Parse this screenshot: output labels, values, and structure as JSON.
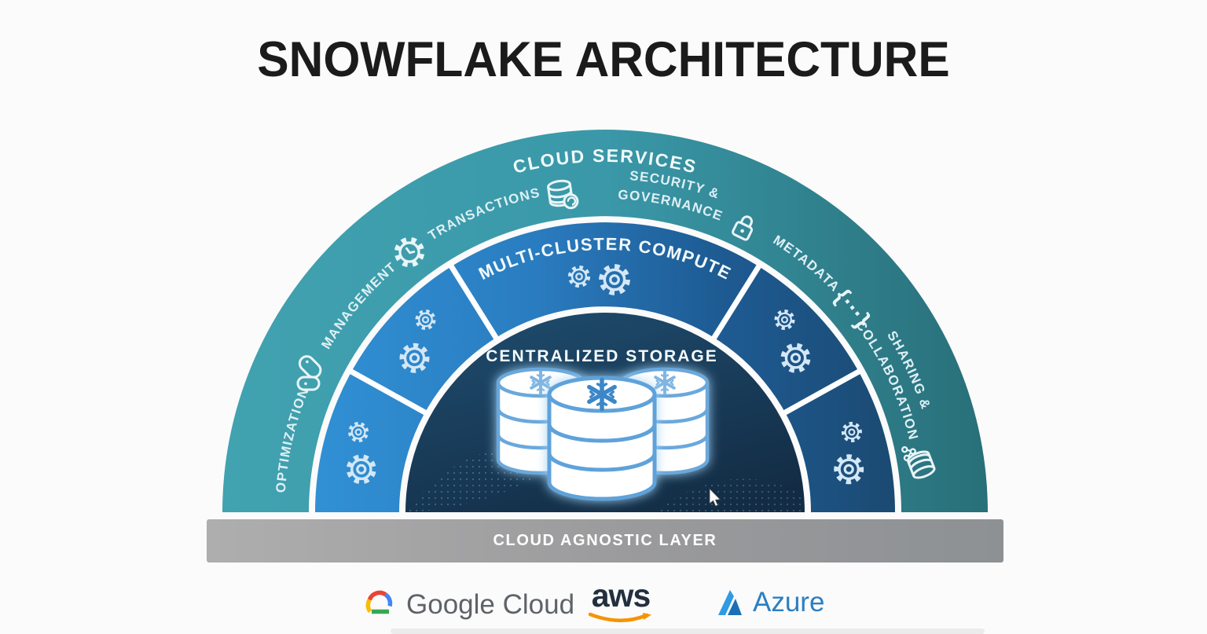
{
  "title": "SNOWFLAKE ARCHITECTURE",
  "diagram": {
    "cloud_services_ring": {
      "title": "CLOUD SERVICES",
      "labels": {
        "optimization": "OPTIMIZATION",
        "management": "MANAGEMENT",
        "transactions": "TRANSACTIONS",
        "security_line1": "SECURITY &",
        "security_line2": "GOVERNANCE",
        "metadata": "METADATA",
        "sharing_line1": "SHARING &",
        "sharing_line2": "COLLABORATION"
      },
      "icons": [
        "pills-icon",
        "gear-clock-icon",
        "database-sync-icon",
        "lock-icon",
        "braces-icon",
        "database-share-icon"
      ],
      "braces_glyph": "{···}",
      "colors": {
        "gradient_start": "#3fa0ae",
        "gradient_end": "#286f79"
      }
    },
    "compute_ring": {
      "title": "MULTI-CLUSTER COMPUTE",
      "segment_count": 5,
      "segment_icon": "gear-icon",
      "colors": {
        "gradient_start": "#3190d4",
        "gradient_end": "#1b4a72"
      }
    },
    "storage_core": {
      "title": "CENTRALIZED STORAGE",
      "icon": "snowflake-database-icon",
      "colors": {
        "gradient_start": "#1e4a6b",
        "gradient_end": "#132c44"
      }
    },
    "base_bar": {
      "label": "CLOUD AGNOSTIC LAYER",
      "colors": {
        "gradient_start": "#aeaeae",
        "gradient_end": "#8d9194"
      }
    }
  },
  "providers": {
    "google": "Google Cloud",
    "aws": "aws",
    "azure": "Azure"
  },
  "brand_colors": {
    "aws_orange": "#f59300",
    "azure_blue": "#2b7fc3",
    "google_gray": "#5f6368",
    "google_red": "#ea4335",
    "google_blue": "#4285f4",
    "google_green": "#34a853",
    "google_yellow": "#fbbc05",
    "snowflake_blue": "#3b87c8"
  }
}
